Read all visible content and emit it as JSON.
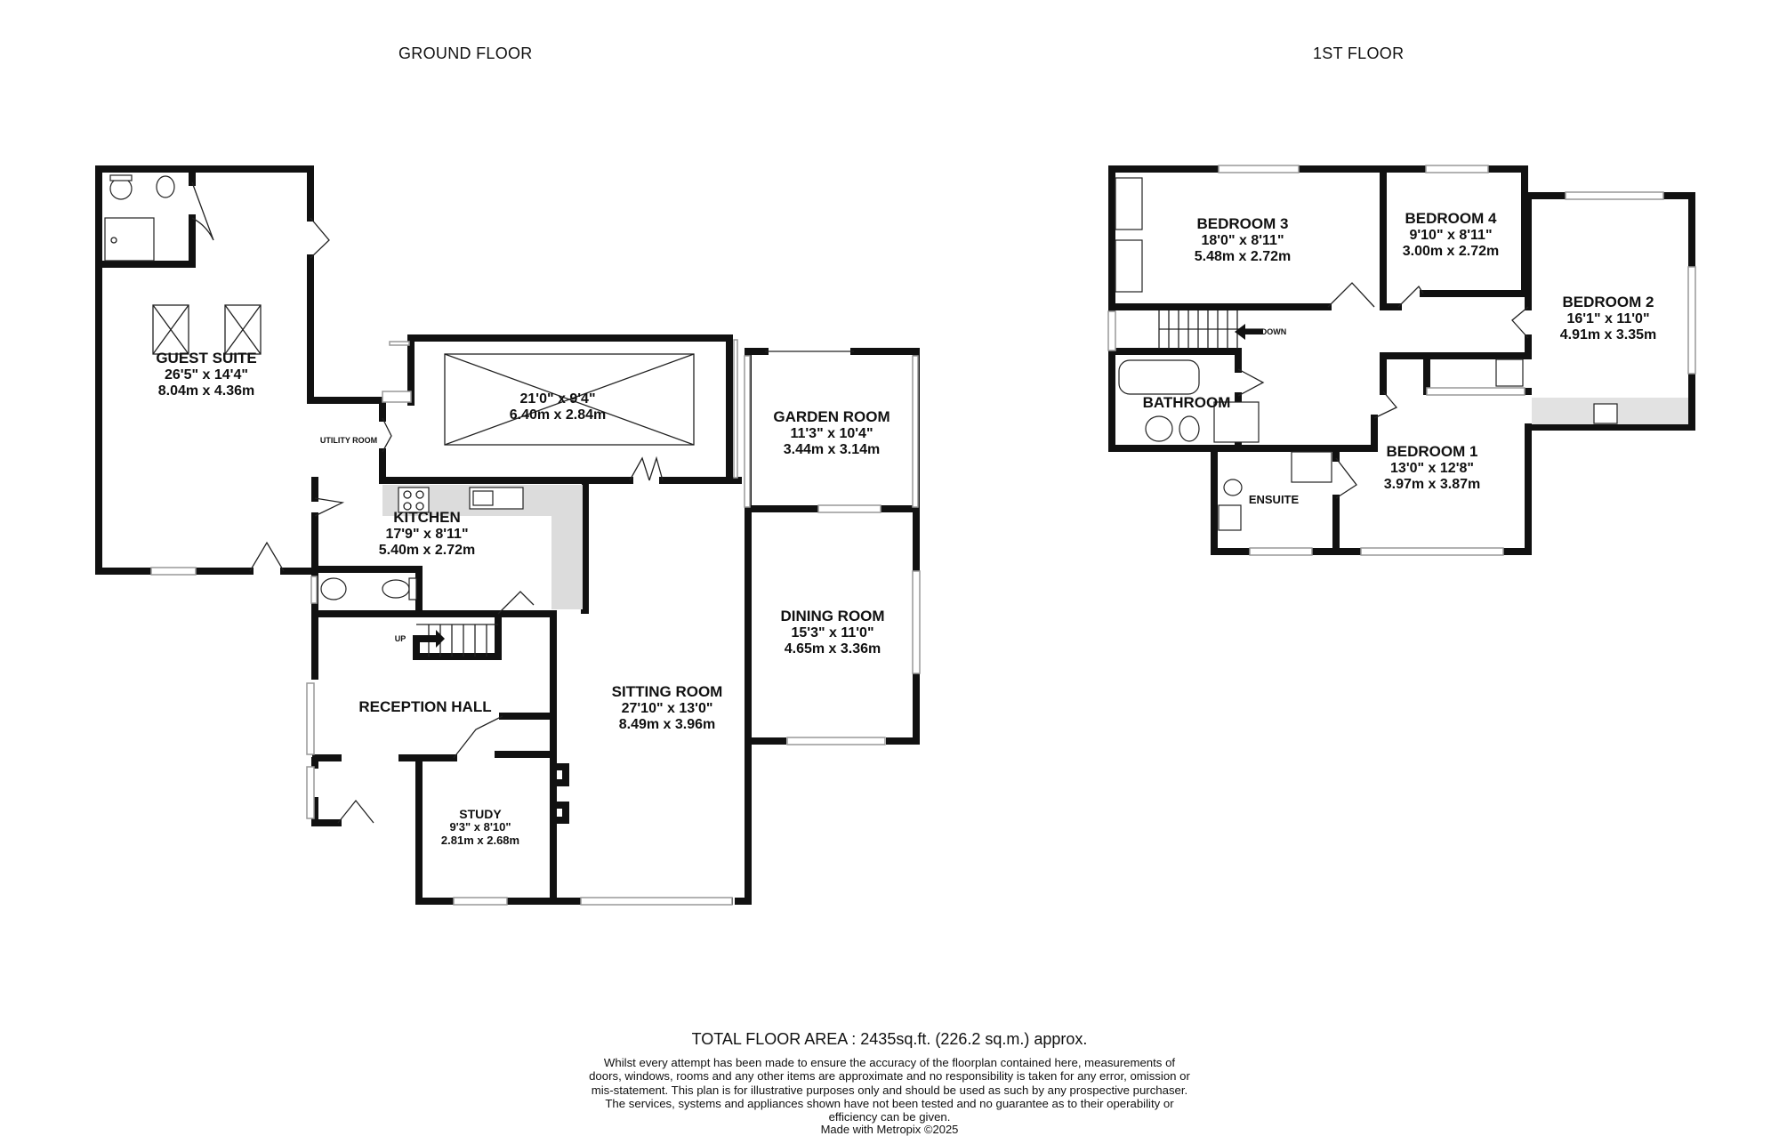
{
  "ground_floor": {
    "title": "GROUND FLOOR",
    "rooms": {
      "guest_suite": {
        "name": "GUEST SUITE",
        "imperial": "26'5\"  x 14'4\"",
        "metric": "8.04m  x 4.36m"
      },
      "conservatory": {
        "name": "",
        "imperial": "21'0\"  x 9'4\"",
        "metric": "6.40m  x 2.84m"
      },
      "garden_room": {
        "name": "GARDEN ROOM",
        "imperial": "11'3\"  x 10'4\"",
        "metric": "3.44m  x 3.14m"
      },
      "kitchen": {
        "name": "KITCHEN",
        "imperial": "17'9\"  x 8'11\"",
        "metric": "5.40m  x 2.72m"
      },
      "dining_room": {
        "name": "DINING ROOM",
        "imperial": "15'3\"  x 11'0\"",
        "metric": "4.65m  x 3.36m"
      },
      "reception_hall": {
        "name": "RECEPTION HALL"
      },
      "sitting_room": {
        "name": "SITTING ROOM",
        "imperial": "27'10\"  x 13'0\"",
        "metric": "8.49m  x 3.96m"
      },
      "study": {
        "name": "STUDY",
        "imperial": "9'3\"  x 8'10\"",
        "metric": "2.81m  x 2.68m"
      }
    },
    "utility_label": "UTILITY ROOM",
    "stairs_label": "UP"
  },
  "first_floor": {
    "title": "1ST FLOOR",
    "rooms": {
      "bedroom3": {
        "name": "BEDROOM 3",
        "imperial": "18'0\"  x 8'11\"",
        "metric": "5.48m  x 2.72m"
      },
      "bedroom4": {
        "name": "BEDROOM 4",
        "imperial": "9'10\"  x 8'11\"",
        "metric": "3.00m  x 2.72m"
      },
      "bedroom2": {
        "name": "BEDROOM 2",
        "imperial": "16'1\"  x 11'0\"",
        "metric": "4.91m  x 3.35m"
      },
      "bathroom": {
        "name": "BATHROOM"
      },
      "bedroom1": {
        "name": "BEDROOM 1",
        "imperial": "13'0\"  x 12'8\"",
        "metric": "3.97m  x 3.87m"
      },
      "ensuite": {
        "name": "ENSUITE"
      }
    },
    "stairs_label": "DOWN"
  },
  "footer": {
    "total_area": "TOTAL FLOOR AREA : 2435sq.ft. (226.2 sq.m.) approx.",
    "disclaimer": "Whilst every attempt has been made to ensure the accuracy of the floorplan contained here, measurements of doors, windows, rooms and any other items are approximate and no responsibility is taken for any error, omission or mis-statement. This plan is for illustrative purposes only and should be used as such by any prospective purchaser. The services, systems and appliances shown have not been tested and no guarantee as to their operability or efficiency can be given.",
    "made_with": "Made with Metropix ©2025"
  },
  "colors": {
    "wall": "#111111",
    "fill": "#ffffff",
    "counter": "#dcdcdc",
    "window": "#888888"
  }
}
